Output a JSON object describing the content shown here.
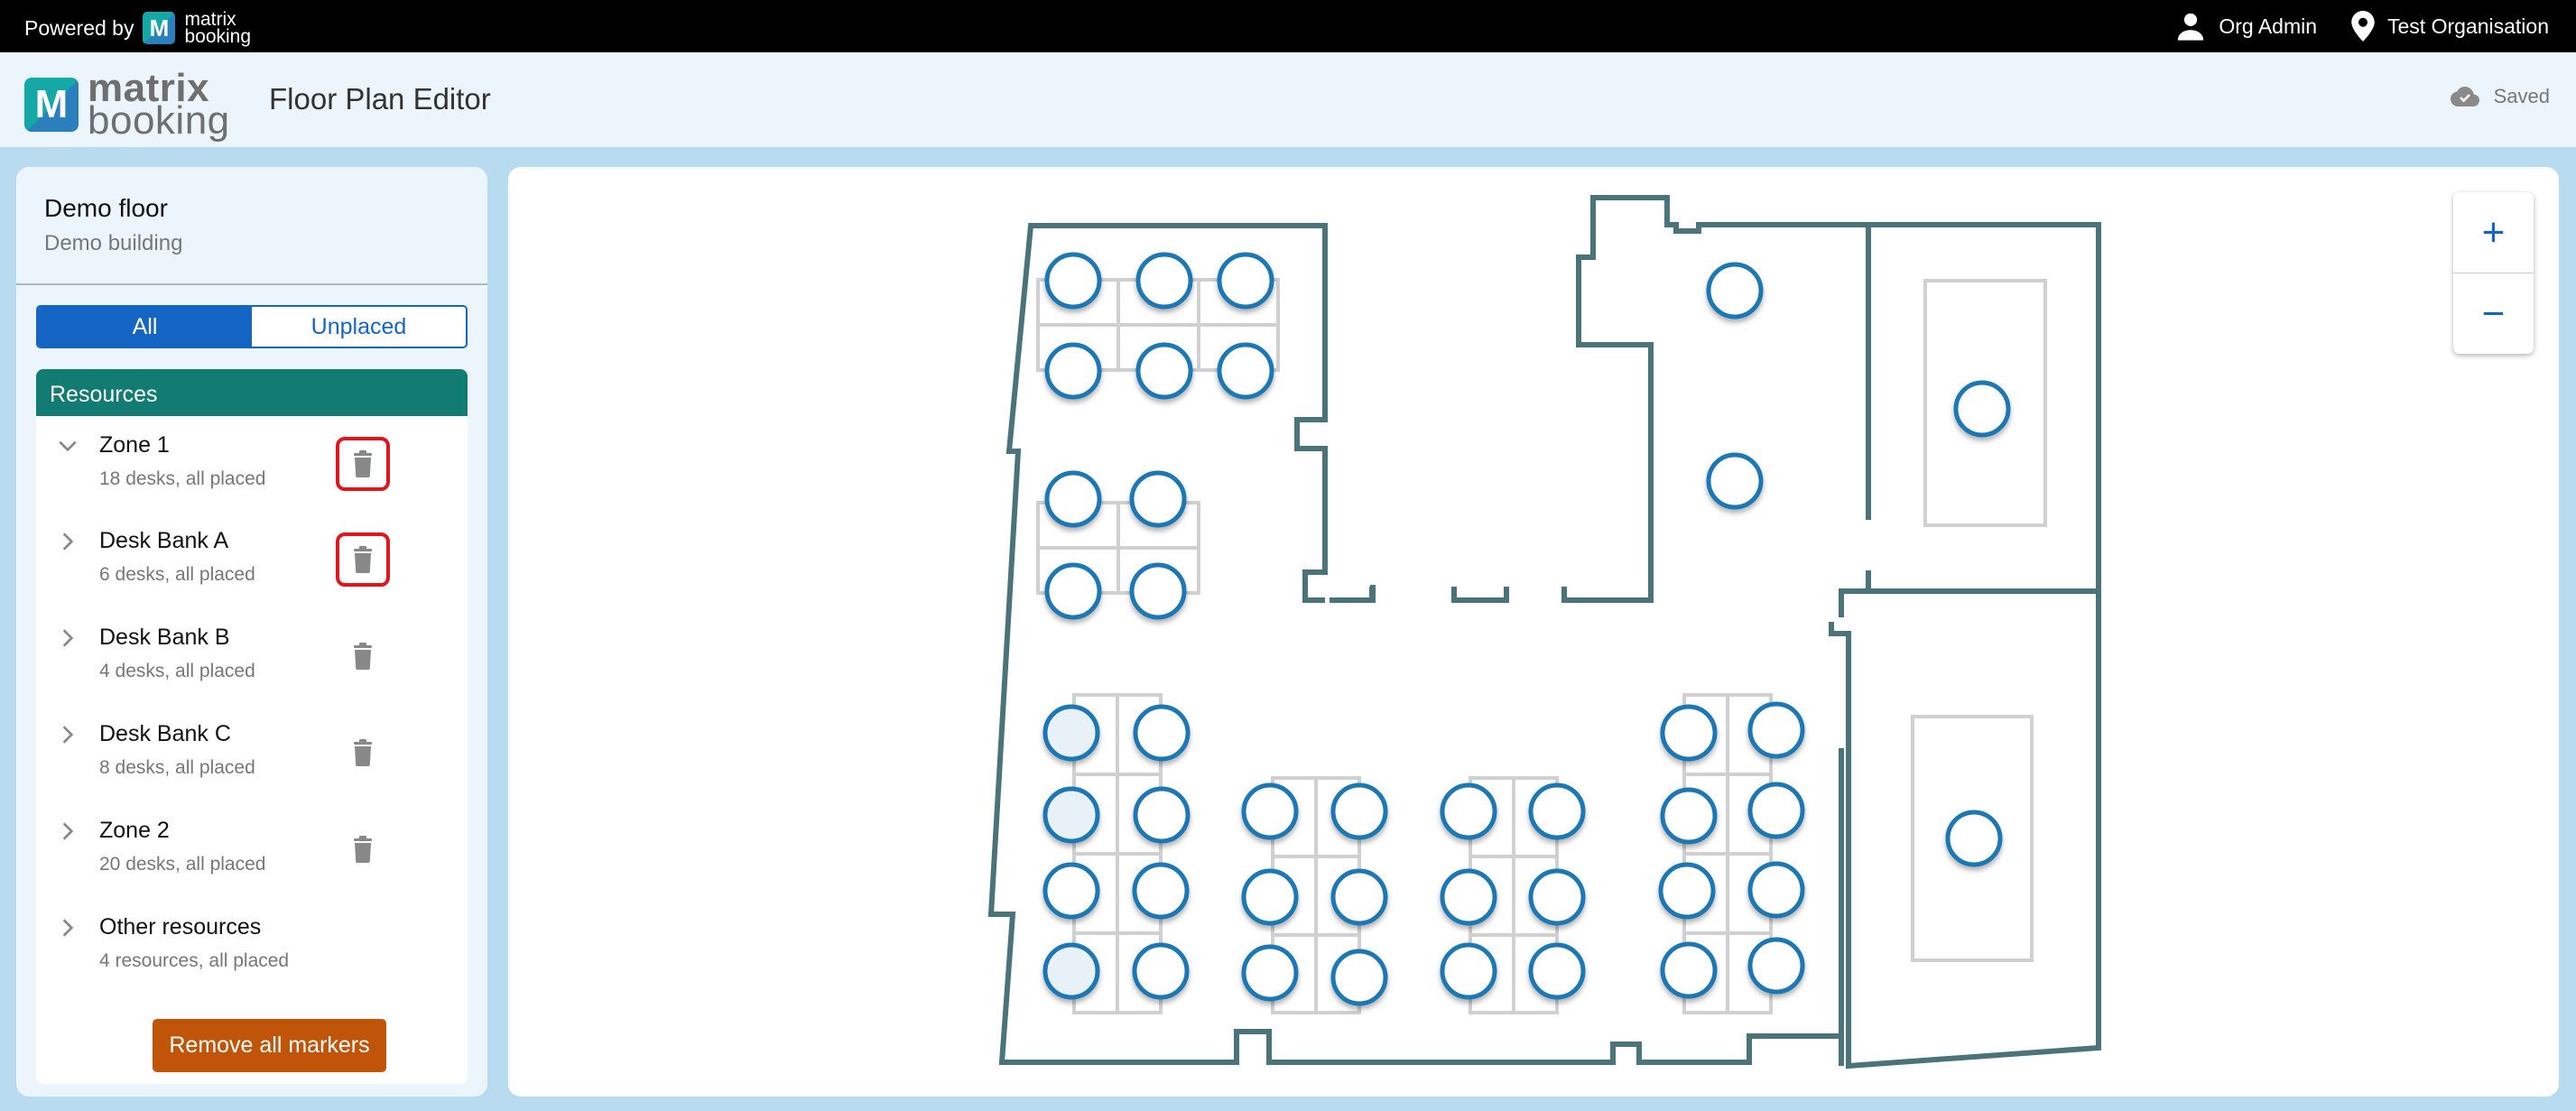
{
  "topbar": {
    "powered_by": "Powered by",
    "brand_line1": "matrix",
    "brand_line2": "booking",
    "user": "Org Admin",
    "organisation": "Test Organisation",
    "icons": {
      "user": "person-icon",
      "location": "location-pin-icon"
    }
  },
  "header": {
    "logo_line1": "matrix",
    "logo_line2": "booking",
    "title": "Floor Plan Editor",
    "save_status": "Saved",
    "save_icon": "cloud-check-icon"
  },
  "sidebar": {
    "floor": "Demo floor",
    "building": "Demo building",
    "filter": {
      "options": [
        "All",
        "Unplaced"
      ],
      "selected": "All"
    },
    "resources_title": "Resources",
    "items": [
      {
        "name": "Zone 1",
        "summary": "18 desks, all placed",
        "expanded": true,
        "deletable": true,
        "highlighted": true
      },
      {
        "name": "Desk Bank A",
        "summary": "6 desks, all placed",
        "expanded": false,
        "deletable": true,
        "highlighted": true
      },
      {
        "name": "Desk Bank B",
        "summary": "4 desks, all placed",
        "expanded": false,
        "deletable": true,
        "highlighted": false
      },
      {
        "name": "Desk Bank C",
        "summary": "8 desks, all placed",
        "expanded": false,
        "deletable": true,
        "highlighted": false
      },
      {
        "name": "Zone 2",
        "summary": "20 desks, all placed",
        "expanded": false,
        "deletable": true,
        "highlighted": false
      },
      {
        "name": "Other resources",
        "summary": "4 resources, all placed",
        "expanded": false,
        "deletable": false,
        "highlighted": false
      }
    ],
    "remove_all_label": "Remove all markers"
  },
  "map": {
    "zoom_in": "+",
    "zoom_out": "−",
    "colors": {
      "wall": "#4a7479",
      "marker_stroke": "#1f78b4",
      "marker_fill": "#ffffff",
      "marker_selected_fill": "#e8f0f8",
      "desk_outline": "#d0d0d0"
    }
  },
  "colors": {
    "topbar": "#000000",
    "header_bg": "#ecf5fb",
    "page_bg": "#b9dbf0",
    "primary": "#1565c4",
    "resources_header": "#127c72",
    "danger_button": "#c0550a",
    "highlight_outline": "#e0161e"
  }
}
